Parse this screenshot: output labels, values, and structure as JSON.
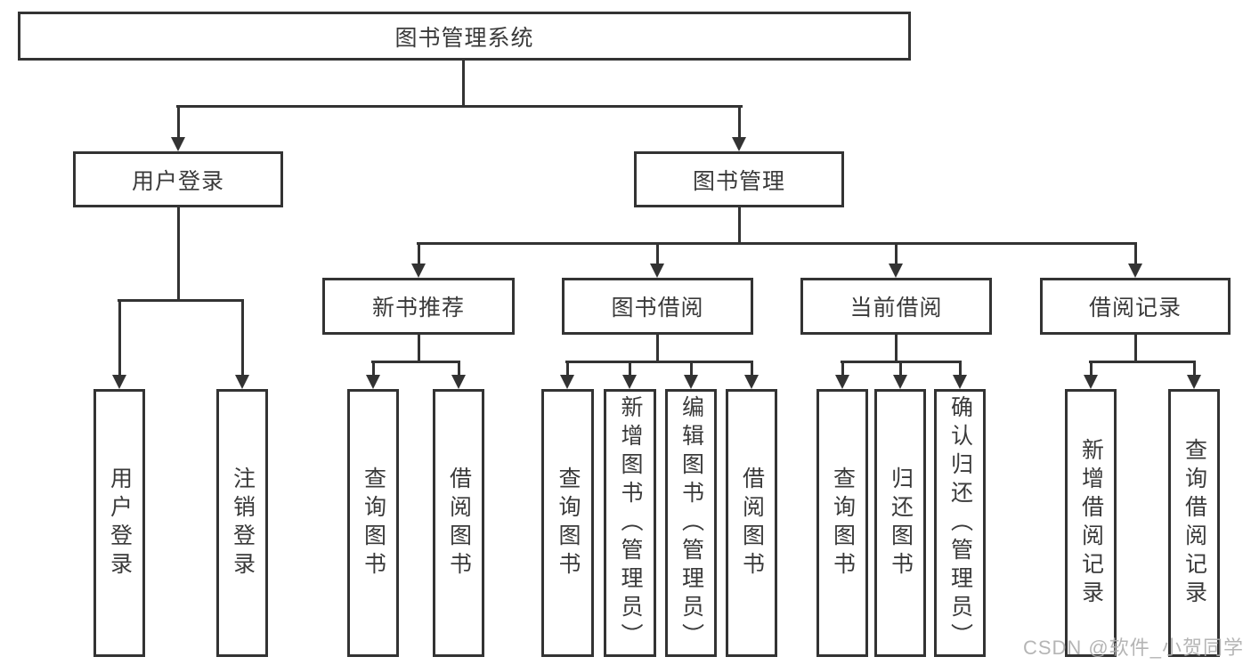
{
  "colors": {
    "line": "#333333",
    "box_border": "#333333",
    "text": "#3a3a3a",
    "background": "#ffffff",
    "watermark": "#aeaeae"
  },
  "diagram": {
    "type": "hierarchy-tree",
    "root": {
      "label": "图书管理系统"
    },
    "level2": [
      {
        "label": "用户登录"
      },
      {
        "label": "图书管理"
      }
    ],
    "level3": [
      {
        "label": "新书推荐",
        "parent": "图书管理"
      },
      {
        "label": "图书借阅",
        "parent": "图书管理"
      },
      {
        "label": "当前借阅",
        "parent": "图书管理"
      },
      {
        "label": "借阅记录",
        "parent": "图书管理"
      }
    ],
    "leaves": [
      {
        "label": "用户登录",
        "parent": "用户登录"
      },
      {
        "label": "注销登录",
        "parent": "用户登录"
      },
      {
        "label": "查询图书",
        "parent": "新书推荐"
      },
      {
        "label": "借阅图书",
        "parent": "新书推荐"
      },
      {
        "label": "查询图书",
        "parent": "图书借阅"
      },
      {
        "label": "新增图书（管理员）",
        "parent": "图书借阅"
      },
      {
        "label": "编辑图书（管理员）",
        "parent": "图书借阅"
      },
      {
        "label": "借阅图书",
        "parent": "图书借阅"
      },
      {
        "label": "查询图书",
        "parent": "当前借阅"
      },
      {
        "label": "归还图书",
        "parent": "当前借阅"
      },
      {
        "label": "确认归还（管理员）",
        "parent": "当前借阅"
      },
      {
        "label": "新增借阅记录",
        "parent": "借阅记录"
      },
      {
        "label": "查询借阅记录",
        "parent": "借阅记录"
      }
    ]
  },
  "watermark": {
    "text": "CSDN @软件_小贺同学"
  }
}
